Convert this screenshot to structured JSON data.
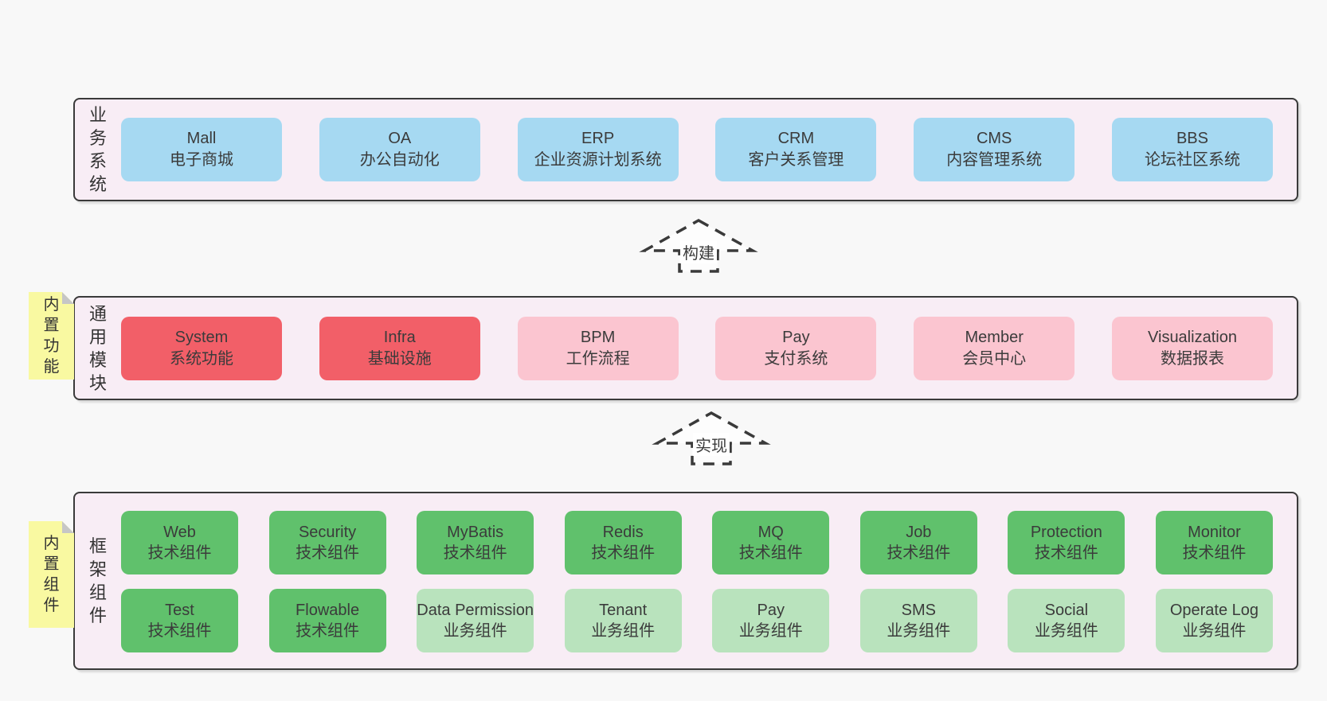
{
  "colors": {
    "page-bg": "#f8f8f8",
    "panel-bg": "#f8edf5",
    "line": "#3a3a3a",
    "text": "#3a3a3a",
    "blue": "#a6d9f2",
    "red": "#f25f68",
    "pink": "#fbc5d0",
    "green": "#60c16c",
    "green-light": "#b9e3bd",
    "yellow": "#f9f9a1",
    "fold": "#c6c6c6",
    "arrow-fill": "#fdfdfd"
  },
  "layers": {
    "business": {
      "label": "业务系统",
      "modules": [
        {
          "title": "Mall",
          "subtitle": "电子商城"
        },
        {
          "title": "OA",
          "subtitle": "办公自动化"
        },
        {
          "title": "ERP",
          "subtitle": "企业资源计划系统"
        },
        {
          "title": "CRM",
          "subtitle": "客户关系管理"
        },
        {
          "title": "CMS",
          "subtitle": "内容管理系统"
        },
        {
          "title": "BBS",
          "subtitle": "论坛社区系统"
        }
      ]
    },
    "common": {
      "label": "通用模块",
      "sticky": "内置功能",
      "modules": [
        {
          "title": "System",
          "subtitle": "系统功能"
        },
        {
          "title": "Infra",
          "subtitle": "基础设施"
        },
        {
          "title": "BPM",
          "subtitle": "工作流程"
        },
        {
          "title": "Pay",
          "subtitle": "支付系统"
        },
        {
          "title": "Member",
          "subtitle": "会员中心"
        },
        {
          "title": "Visualization",
          "subtitle": "数据报表"
        }
      ]
    },
    "framework": {
      "label": "框架组件",
      "sticky": "内置组件",
      "row1": [
        {
          "title": "Web",
          "subtitle": "技术组件"
        },
        {
          "title": "Security",
          "subtitle": "技术组件"
        },
        {
          "title": "MyBatis",
          "subtitle": "技术组件"
        },
        {
          "title": "Redis",
          "subtitle": "技术组件"
        },
        {
          "title": "MQ",
          "subtitle": "技术组件"
        },
        {
          "title": "Job",
          "subtitle": "技术组件"
        },
        {
          "title": "Protection",
          "subtitle": "技术组件"
        },
        {
          "title": "Monitor",
          "subtitle": "技术组件"
        }
      ],
      "row2": [
        {
          "title": "Test",
          "subtitle": "技术组件"
        },
        {
          "title": "Flowable",
          "subtitle": "技术组件"
        },
        {
          "title": "Data Permission",
          "subtitle": "业务组件"
        },
        {
          "title": "Tenant",
          "subtitle": "业务组件"
        },
        {
          "title": "Pay",
          "subtitle": "业务组件"
        },
        {
          "title": "SMS",
          "subtitle": "业务组件"
        },
        {
          "title": "Social",
          "subtitle": "业务组件"
        },
        {
          "title": "Operate Log",
          "subtitle": "业务组件"
        }
      ]
    }
  },
  "arrows": {
    "build": {
      "label": "构建"
    },
    "implement": {
      "label": "实现"
    }
  }
}
